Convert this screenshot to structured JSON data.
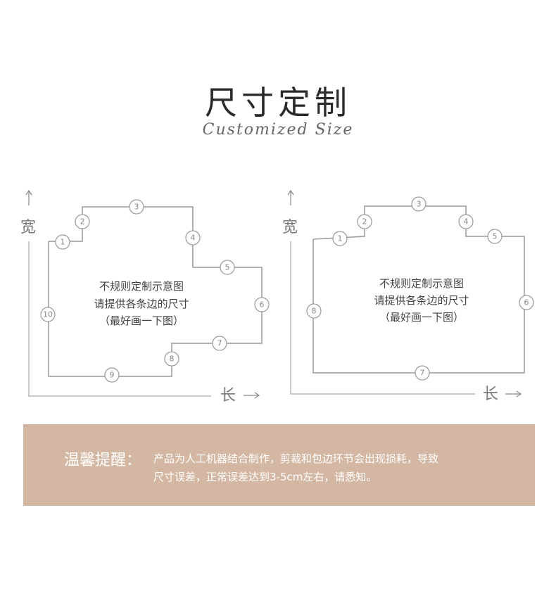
{
  "header": {
    "title": "尺寸定制",
    "subtitle": "Customized Size"
  },
  "axes": {
    "width_label": "宽",
    "length_label": "长"
  },
  "diagrams": [
    {
      "lines": [
        "不规则定制示意图",
        "请提供各条边的尺寸",
        "（最好画一下图）"
      ],
      "markers": [
        "1",
        "2",
        "3",
        "4",
        "5",
        "6",
        "7",
        "8",
        "9",
        "10"
      ]
    },
    {
      "lines": [
        "不规则定制示意图",
        "请提供各条边的尺寸",
        "（最好画一下图）"
      ],
      "markers": [
        "1",
        "2",
        "3",
        "4",
        "5",
        "6",
        "7",
        "8"
      ]
    }
  ],
  "notice": {
    "heading": "温馨提醒：",
    "line1": "产品为人工机器结合制作，剪裁和包边环节会出现损耗，导致",
    "line2": "尺寸误差，正常误差达到3-5cm左右，请悉知。"
  },
  "colors": {
    "notice_background": "#d4b7a2",
    "outline": "#999999"
  }
}
